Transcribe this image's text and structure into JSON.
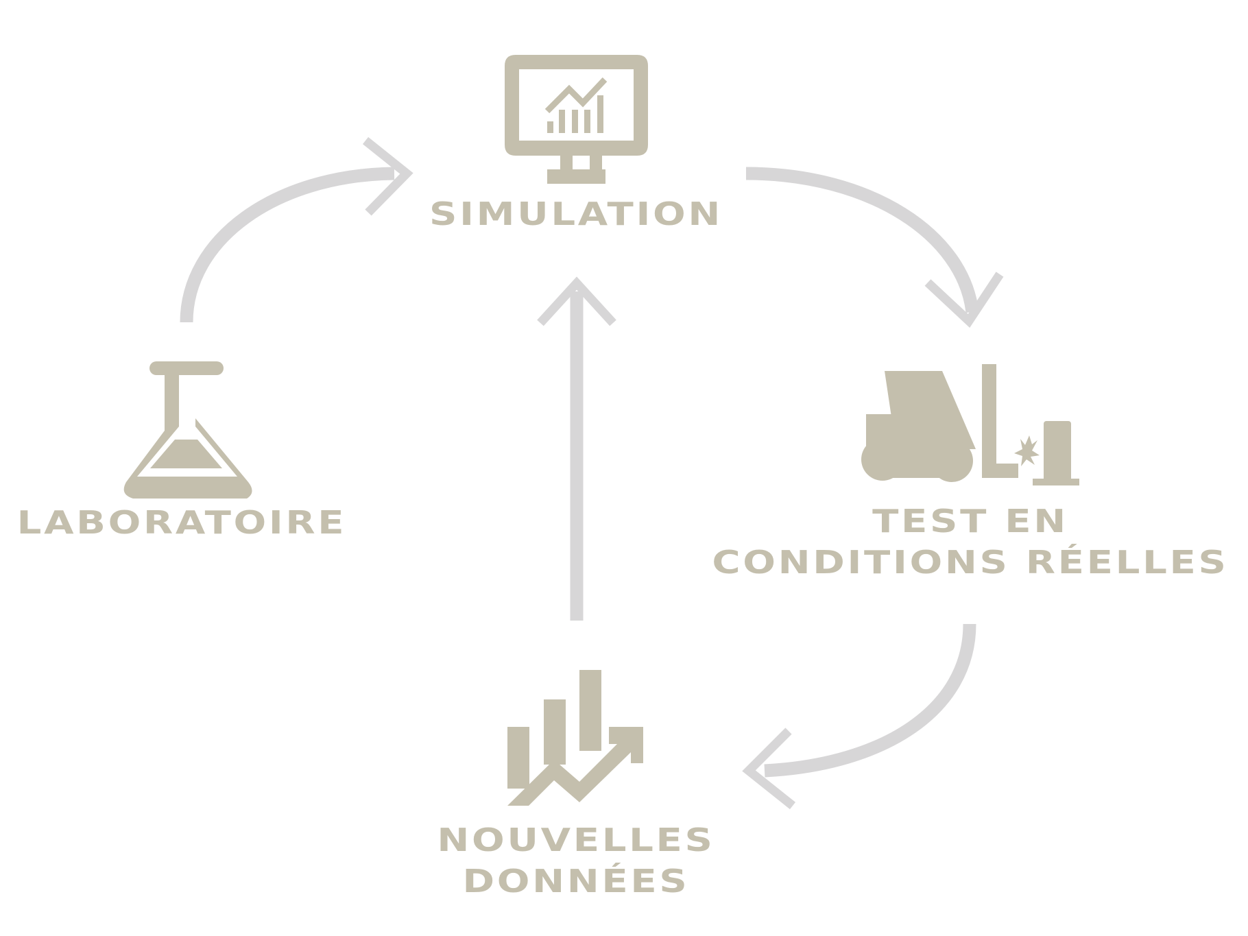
{
  "colors": {
    "icon": "#c4bfad",
    "arrow": "#d7d6d7",
    "background": "#ffffff"
  },
  "nodes": {
    "simulation": {
      "label": "SIMULATION",
      "icon": "monitor-chart-icon"
    },
    "laboratoire": {
      "label": "LABORATOIRE",
      "icon": "flask-icon"
    },
    "test": {
      "line1": "TEST EN",
      "line2": "CONDITIONS RÉELLES",
      "icon": "forklift-icon"
    },
    "nouvelles": {
      "line1": "NOUVELLES",
      "line2": "DONNÉES",
      "icon": "bar-chart-up-icon"
    }
  },
  "edges": [
    {
      "from": "laboratoire",
      "to": "simulation"
    },
    {
      "from": "simulation",
      "to": "test"
    },
    {
      "from": "test",
      "to": "nouvelles"
    },
    {
      "from": "nouvelles",
      "to": "simulation"
    }
  ]
}
